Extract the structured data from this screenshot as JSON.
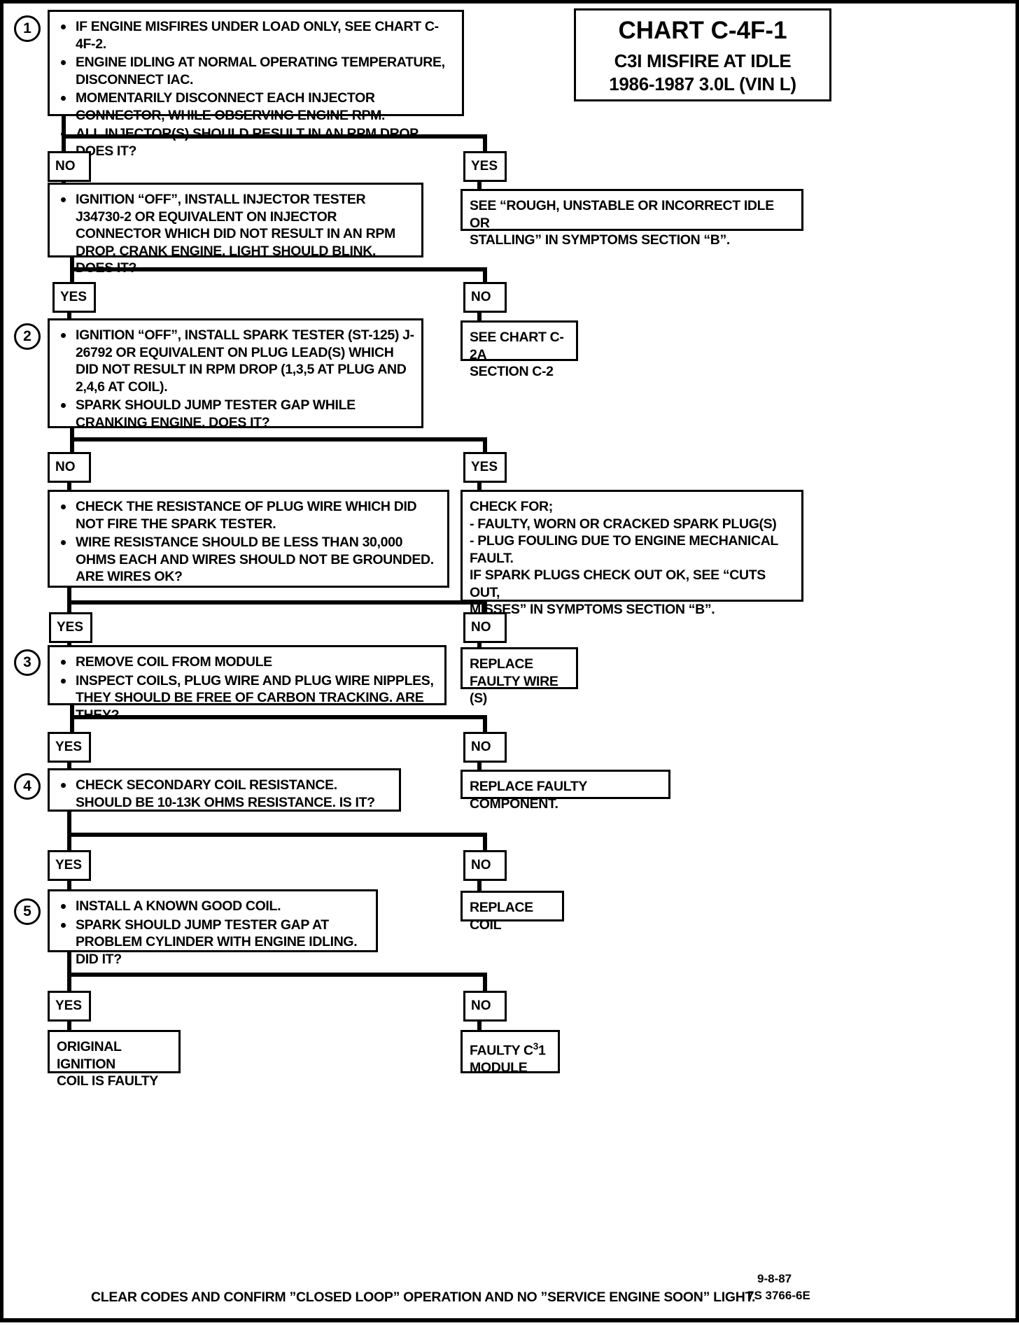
{
  "title_block": {
    "chart_id": "CHART C-4F-1",
    "subtitle": "C3I MISFIRE AT IDLE",
    "application": "1986-1987  3.0L  (VIN L)"
  },
  "labels": {
    "yes": "YES",
    "no": "NO"
  },
  "steps": {
    "s1": "1",
    "s2": "2",
    "s3": "3",
    "s4": "4",
    "s5": "5"
  },
  "boxes": {
    "step1": {
      "bullets": [
        "IF ENGINE MISFIRES UNDER LOAD ONLY, SEE CHART C-4F-2.",
        "ENGINE IDLING AT NORMAL OPERATING TEMPERATURE, DISCONNECT IAC.",
        "MOMENTARILY DISCONNECT EACH INJECTOR CONNECTOR, WHILE OBSERVING ENGINE RPM.",
        "ALL INJECTOR(S) SHOULD RESULT IN AN RPM DROP.  DOES IT?"
      ]
    },
    "step1_yes": {
      "text": "SEE  “ROUGH, UNSTABLE OR INCORRECT IDLE OR\nSTALLING” IN SYMPTOMS SECTION “B”."
    },
    "injector_tester": {
      "bullets": [
        " IGNITION “OFF”, INSTALL INJECTOR TESTER J34730-2 OR EQUIVALENT ON INJECTOR CONNECTOR WHICH DID NOT RESULT IN AN  RPM DROP.  CRANK ENGINE.  LIGHT SHOULD BLINK. DOES IT?"
      ]
    },
    "chart_c2a": {
      "text": "SEE CHART C-2A\nSECTION C-2"
    },
    "step2": {
      "bullets": [
        "IGNITION “OFF”, INSTALL SPARK TESTER  (ST-125) J-26792 OR EQUIVALENT ON PLUG LEAD(S) WHICH DID NOT RESULT IN RPM DROP (1,3,5 AT PLUG AND 2,4,6 AT COIL).",
        "SPARK SHOULD JUMP TESTER GAP WHILE CRANKING ENGINE.  DOES IT?"
      ]
    },
    "check_for": {
      "text": "CHECK FOR;\n     - FAULTY, WORN OR CRACKED SPARK PLUG(S)\n     - PLUG FOULING DUE TO ENGINE MECHANICAL\n     FAULT.\n     IF SPARK PLUGS CHECK OUT OK, SEE “CUTS OUT,\n     MISSES” IN SYMPTOMS SECTION “B”."
    },
    "resistance_check": {
      "bullets": [
        "CHECK THE RESISTANCE OF  PLUG WIRE  WHICH DID NOT FIRE THE SPARK TESTER.",
        "WIRE RESISTANCE SHOULD BE LESS THAN 30,000 OHMS EACH  AND WIRES  SHOULD NOT BE GROUNDED.  ARE WIRES OK?"
      ]
    },
    "replace_wire": {
      "text": "REPLACE\nFAULTY WIRE (S)"
    },
    "step3": {
      "bullets": [
        "REMOVE COIL FROM MODULE",
        "INSPECT COILS, PLUG WIRE AND PLUG WIRE NIPPLES, THEY SHOULD BE  FREE OF CARBON TRACKING.  ARE THEY?"
      ]
    },
    "replace_component": {
      "text": "REPLACE FAULTY COMPONENT."
    },
    "step4": {
      "bullets": [
        "CHECK SECONDARY COIL RESISTANCE.  SHOULD BE 10-13K OHMS RESISTANCE.  IS IT?"
      ]
    },
    "replace_coil": {
      "text": "REPLACE COIL"
    },
    "step5": {
      "bullets": [
        "INSTALL A KNOWN GOOD COIL.",
        "SPARK SHOULD JUMP TESTER GAP AT PROBLEM CYLINDER  WITH ENGINE IDLING.  DID IT?"
      ]
    },
    "original_coil_faulty": {
      "text": "ORIGINAL IGNITION\nCOIL IS FAULTY"
    },
    "faulty_module": {
      "line1_pre": "FAULTY C",
      "line1_sup": "3",
      "line1_post": "1",
      "line2": "MODULE"
    }
  },
  "footer": {
    "note": "CLEAR CODES AND CONFIRM ”CLOSED LOOP”  OPERATION AND NO ”SERVICE ENGINE SOON” LIGHT.",
    "date": "9-8-87",
    "part_number": "7S 3766-6E"
  }
}
